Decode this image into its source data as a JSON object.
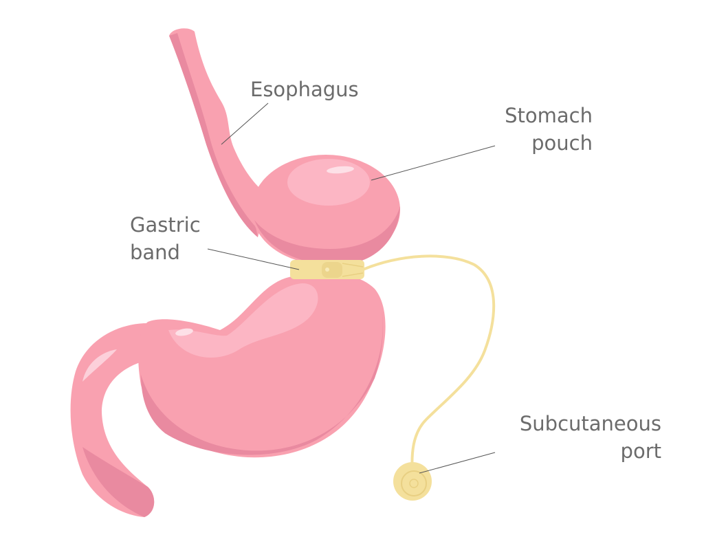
{
  "labels": {
    "esophagus": "Esophagus",
    "stomach_pouch": [
      "Stomach",
      "pouch"
    ],
    "gastric_band": [
      "Gastric",
      "band"
    ],
    "subcutaneous_port": [
      "Subcutaneous",
      "port"
    ]
  },
  "colors": {
    "tissue": "#f9a1b0",
    "tissue_shadow": "#e98aa0",
    "tissue_highlight": "#fcb6c4",
    "band": "#f4e09c",
    "band_shadow": "#e8cf82",
    "text": "#6b6b6b",
    "leader": "#555555"
  }
}
